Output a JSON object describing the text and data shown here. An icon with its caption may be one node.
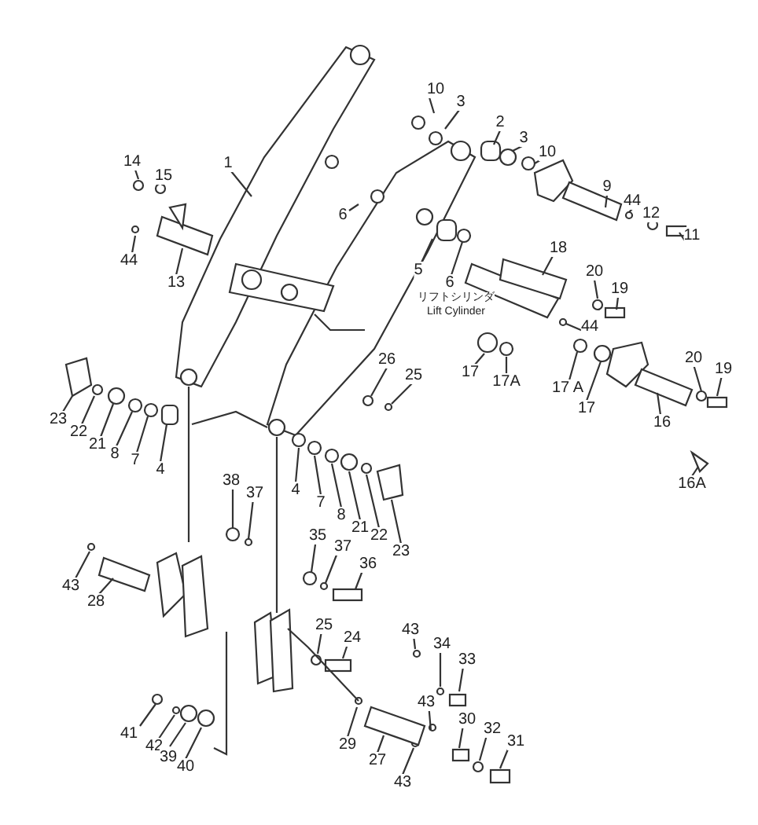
{
  "diagram": {
    "labels": [
      "10",
      "3",
      "2",
      "3",
      "10",
      "14",
      "1",
      "15",
      "6",
      "9",
      "44",
      "12",
      "44",
      "13",
      "11",
      "18",
      "5",
      "6",
      "リフトシリンダ",
      "Lift Cylinder",
      "20",
      "19",
      "44",
      "26",
      "25",
      "17",
      "17A",
      "17 A",
      "17",
      "20",
      "19",
      "16",
      "16A",
      "23",
      "22",
      "21",
      "8",
      "7",
      "4",
      "4",
      "7",
      "8",
      "21",
      "22",
      "23",
      "38",
      "37",
      "35",
      "37",
      "36",
      "43",
      "28",
      "25",
      "24",
      "43",
      "34",
      "33",
      "43",
      "30",
      "32",
      "31",
      "41",
      "42",
      "39",
      "40",
      "29",
      "27",
      "43"
    ]
  }
}
